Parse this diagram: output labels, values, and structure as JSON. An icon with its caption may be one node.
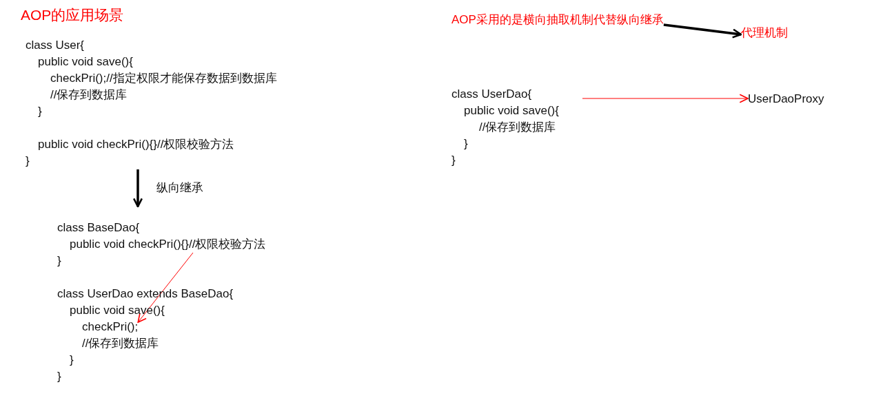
{
  "diagram": {
    "title": "AOP的应用场景",
    "nodes": [
      {
        "text": [
          "class User{",
          "public void save(){",
          "checkPri();//指定权限才能保存数据到数据库",
          "//保存到数据库",
          "}",
          "public void checkPri(){}//权限校验方法",
          "}"
        ]
      },
      {
        "text": [
          "class BaseDao{",
          "}"
        ]
      },
      {
        "text": [
          "public void checkPri(){}//权限校验方法"
        ],
        "in": 1
      },
      {
        "text": [
          "class UserDao extends BaseDao{",
          "public void save(){",
          "//保存到数据库",
          "}",
          "}"
        ]
      },
      {
        "text": [
          "checkPri();"
        ],
        "in": 3
      },
      {
        "text": [
          "AOP采用的是横向抽取机制代替纵向继承"
        ]
      },
      {
        "text": [
          "代理机制"
        ]
      },
      {
        "text": [
          "class UserDao{",
          "public void save(){",
          "//保存到数据库",
          "}",
          "}"
        ]
      },
      {
        "text": [
          "UserDaoProxy"
        ]
      }
    ],
    "edges": [
      {
        "from": 0,
        "to": 1,
        "arrow": "to",
        "label": "纵向继承",
        "style": "thick"
      },
      {
        "from": 2,
        "to": 4,
        "arrow": "to",
        "color": "#ff0000"
      },
      {
        "from": 5,
        "to": 6,
        "arrow": "to",
        "style": "thick"
      },
      {
        "from": 7,
        "to": 8,
        "arrow": "to",
        "color": "#ff0000"
      }
    ]
  }
}
